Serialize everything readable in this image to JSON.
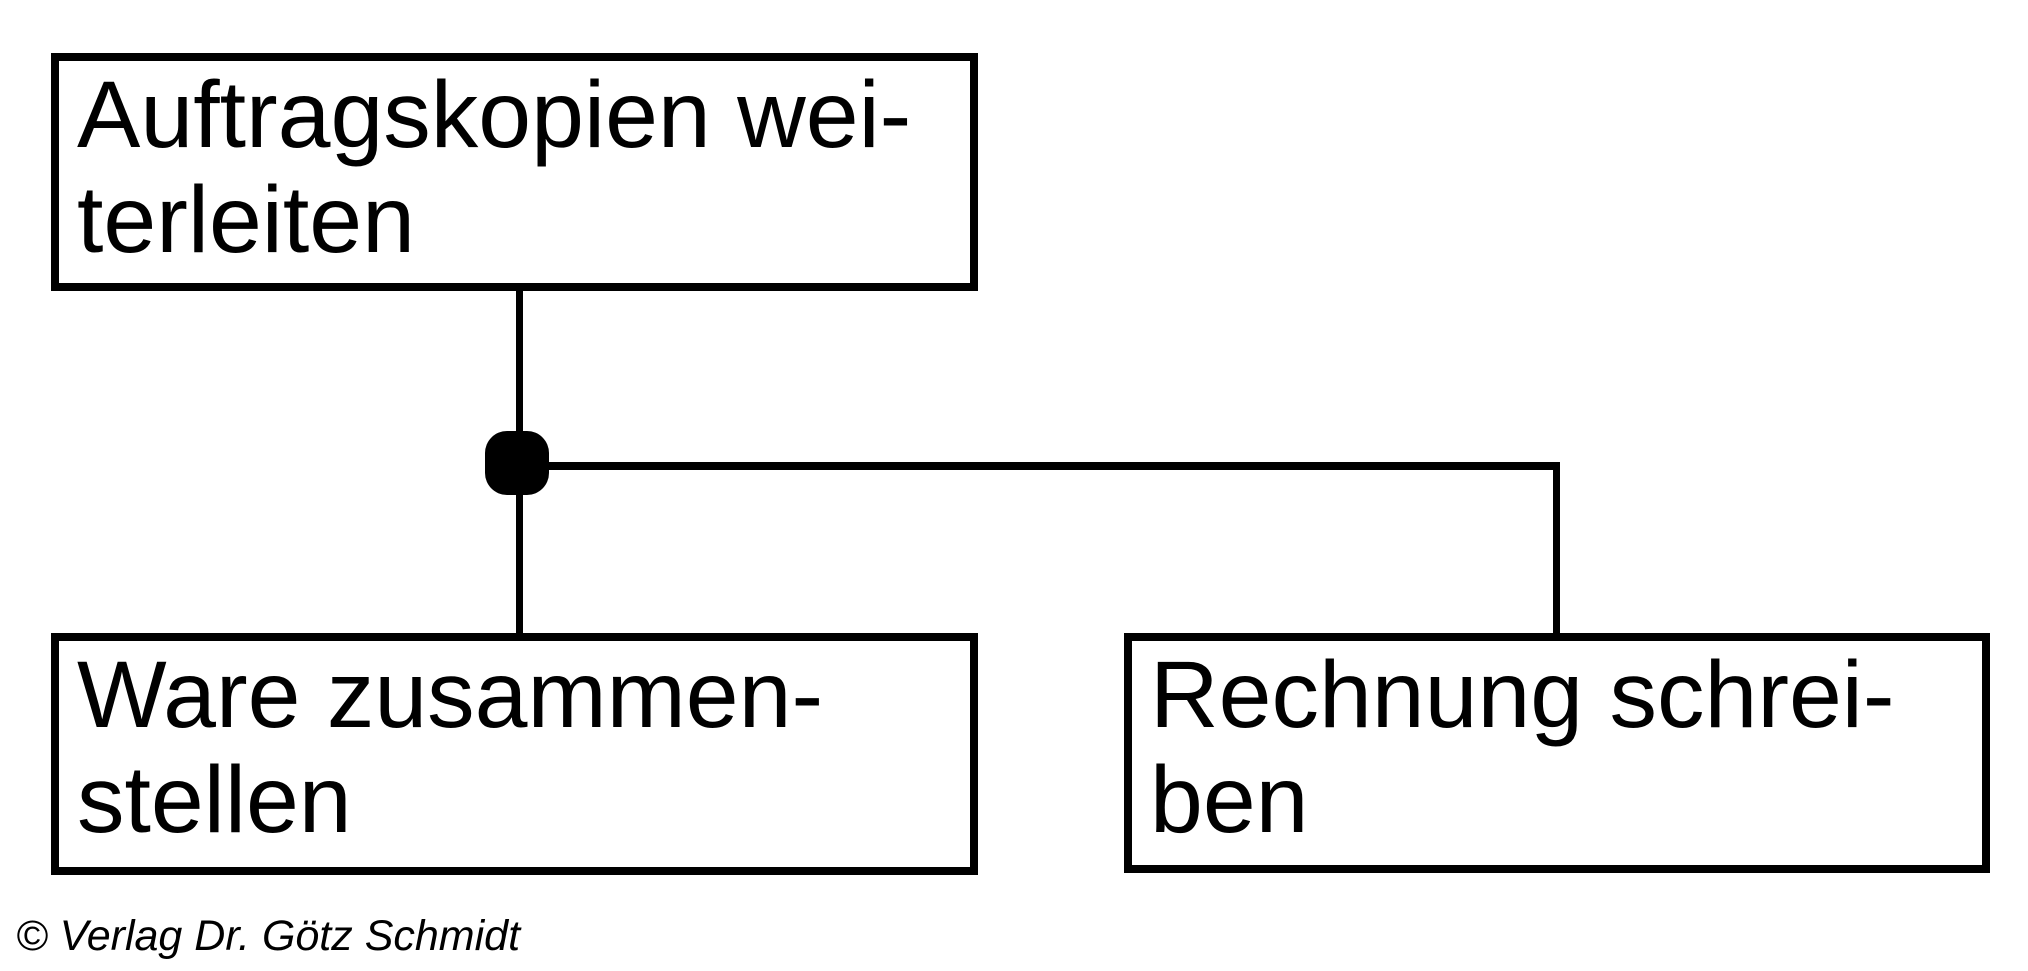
{
  "diagram": {
    "background_color": "#ffffff",
    "stroke_color": "#000000",
    "nodes": {
      "root": {
        "label": "Auftragskopien wei-\nterleiten"
      },
      "child_left": {
        "label": "Ware zusammen-\nstellen"
      },
      "child_right": {
        "label": "Rechnung schrei-\nben"
      }
    },
    "footer": {
      "copyright": "© Verlag Dr. Götz Schmidt"
    }
  }
}
